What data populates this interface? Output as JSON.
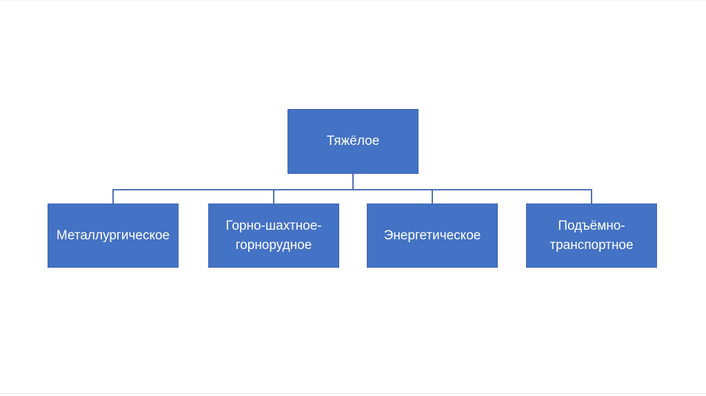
{
  "diagram": {
    "type": "org-chart-hierarchy",
    "root": {
      "label": "Тяжёлое"
    },
    "children": [
      {
        "label": "Металлургическое"
      },
      {
        "label": "Горно-шахтное-горнорудное"
      },
      {
        "label": "Энергетическое"
      },
      {
        "label": "Подъёмно-транспортное"
      }
    ]
  },
  "colors": {
    "box_fill": "#4472C4",
    "box_border": "#3D66B0",
    "connector": "#4E6FB1",
    "text": "#FFFFFF",
    "background": "#FFFFFF",
    "edge_line": "#E4E4E4"
  }
}
